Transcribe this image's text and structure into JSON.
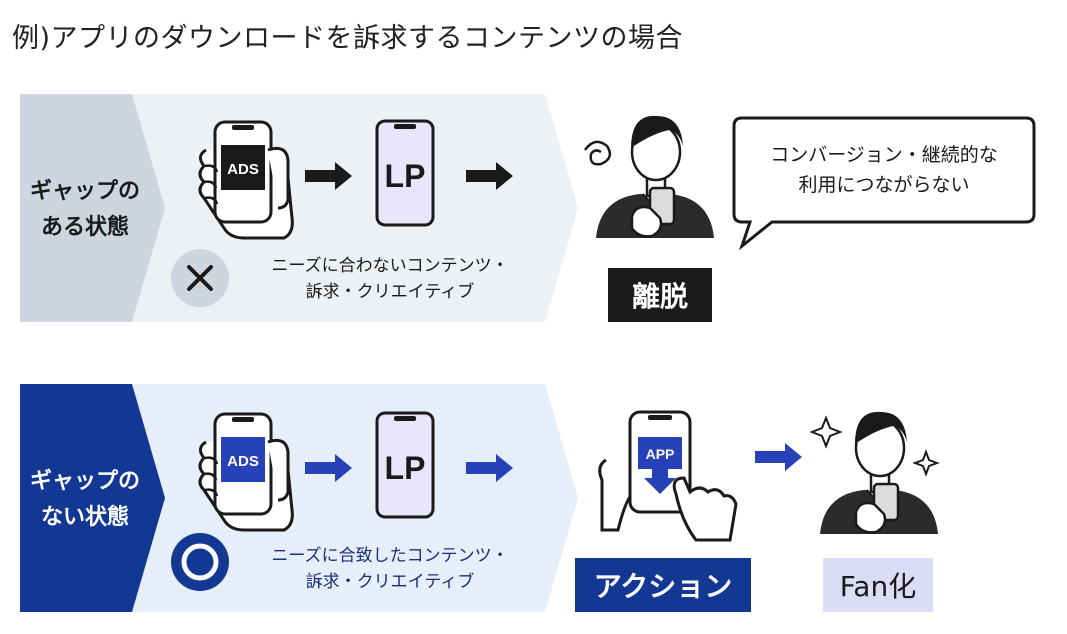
{
  "title": "例)アプリのダウンロードを訴求するコンテンツの場合",
  "colors": {
    "gray_label": "#cdd5df",
    "gray_panel": "#eef1f4",
    "navy": "#123894",
    "blue_panel": "#e6eefa",
    "lavender": "#dcdcf7",
    "phone_fill": "#e7e6fb",
    "arrow_blue": "#2742b8",
    "dark": "#1a1a1a"
  },
  "gap_row": {
    "label_line1": "ギャップの",
    "label_line2": "ある状態",
    "phone_screen_text": "ADS",
    "lp_text": "LP",
    "mark_icon": "cross-mark-icon",
    "caption_line1": "ニーズに合わないコンテンツ・",
    "caption_line2": "訴求・クリエイティブ",
    "bubble_line1": "コンバージョン・継続的な",
    "bubble_line2": "利用につながらない",
    "badge": "離脱"
  },
  "nogap_row": {
    "label_line1": "ギャップの",
    "label_line2": "ない状態",
    "phone_screen_text": "ADS",
    "lp_text": "LP",
    "mark_icon": "circle-mark-icon",
    "caption_line1": "ニーズに合致したコンテンツ・",
    "caption_line2": "訴求・クリエイティブ",
    "app_text": "APP",
    "action_badge": "アクション",
    "fan_badge": "Fan化"
  }
}
